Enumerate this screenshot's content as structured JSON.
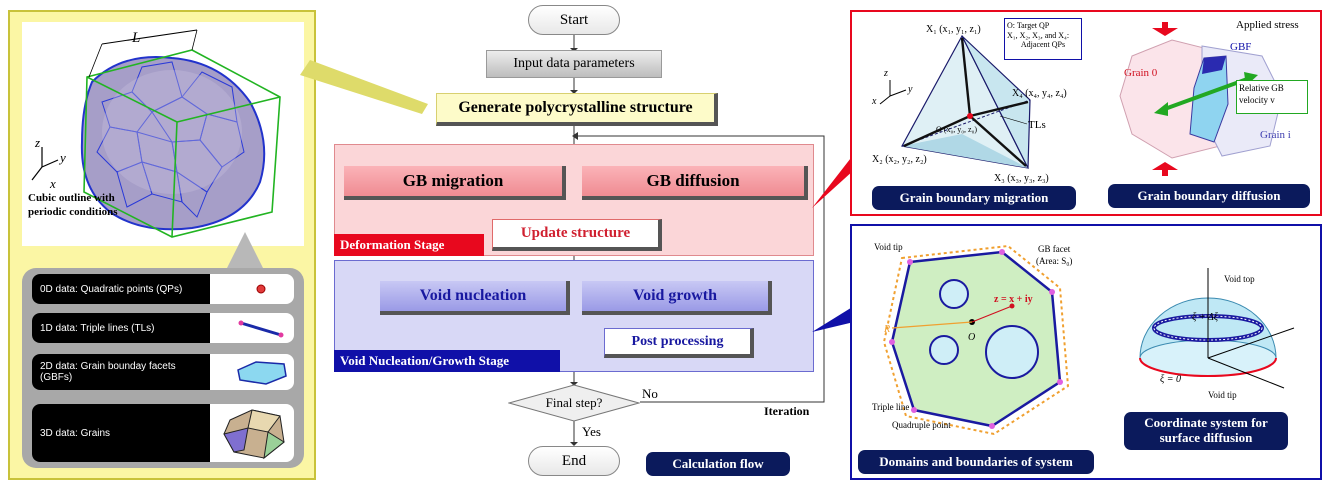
{
  "flow": {
    "start": "Start",
    "input": "Input data parameters",
    "generate": "Generate polycrystalline structure",
    "gb_migration": "GB migration",
    "gb_diffusion": "GB diffusion",
    "update": "Update structure",
    "deformation_stage": "Deformation Stage",
    "void_nucleation": "Void nucleation",
    "void_growth": "Void growth",
    "post_processing": "Post processing",
    "void_stage": "Void Nucleation/Growth Stage",
    "final_step": "Final step?",
    "no": "No",
    "yes": "Yes",
    "iteration": "Iteration",
    "end": "End",
    "calc_flow": "Calculation flow"
  },
  "left": {
    "L": "L",
    "axis_z": "z",
    "axis_y": "y",
    "axis_x": "x",
    "caption": "Cubic outline with periodic conditions",
    "rows": [
      {
        "label": "0D data: Quadratic points (QPs)"
      },
      {
        "label": "1D data: Triple lines (TLs)"
      },
      {
        "label": "2D data: Grain bounday facets (GBFs)"
      },
      {
        "label": "3D data: Grains"
      }
    ]
  },
  "gbm": {
    "x1": "X₁ (x₁, y₁, z₁)",
    "x2": "X₂ (x₂, y₂, z₂)",
    "x3": "X₃ (x₃, y₃, z₃)",
    "x4": "X₄ (x₄, y₄, z₄)",
    "o": "O (x₀, y₀, z₀)",
    "tls": "TLs",
    "legend1": "O: Target QP",
    "legend2": "X₁, X₂, X₃, and X₄:",
    "legend3": "Adjacent QPs",
    "caption": "Grain boundary migration"
  },
  "gbd": {
    "applied": "Applied stress",
    "gbf": "GBF",
    "grain0": "Grain 0",
    "graini": "Grain i",
    "relative1": "Relative GB",
    "relative2": "velocity v",
    "caption": "Grain boundary diffusion"
  },
  "domains": {
    "void_tip": "Void tip",
    "gb_facet": "GB facet",
    "area": "(Area: S₀)",
    "eq": "z = x + iy",
    "triple_line": "Triple line",
    "quadruple": "Quadruple point",
    "caption": "Domains and boundaries of system"
  },
  "coord": {
    "void_top": "Void top",
    "void_tip": "Void tip",
    "xi_eq": "ξ = 0",
    "xi_plus": "ξ + Δξ",
    "caption": "Coordinate system for surface diffusion"
  }
}
